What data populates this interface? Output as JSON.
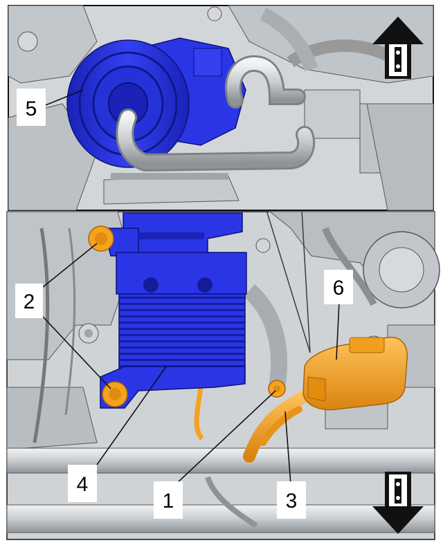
{
  "callouts": [
    {
      "id": "1",
      "label": "1"
    },
    {
      "id": "2",
      "label": "2"
    },
    {
      "id": "3",
      "label": "3"
    },
    {
      "id": "4",
      "label": "4"
    },
    {
      "id": "5",
      "label": "5"
    },
    {
      "id": "6",
      "label": "6"
    }
  ],
  "colors": {
    "highlight_blue": "#2a35e6",
    "highlight_orange": "#f5a21d",
    "engine_gray": "#c6cacd",
    "line_dark": "#3a3a3a"
  },
  "icons": {
    "arrow_up": "direction-up-arrow-icon",
    "arrow_down": "direction-down-arrow-icon"
  }
}
